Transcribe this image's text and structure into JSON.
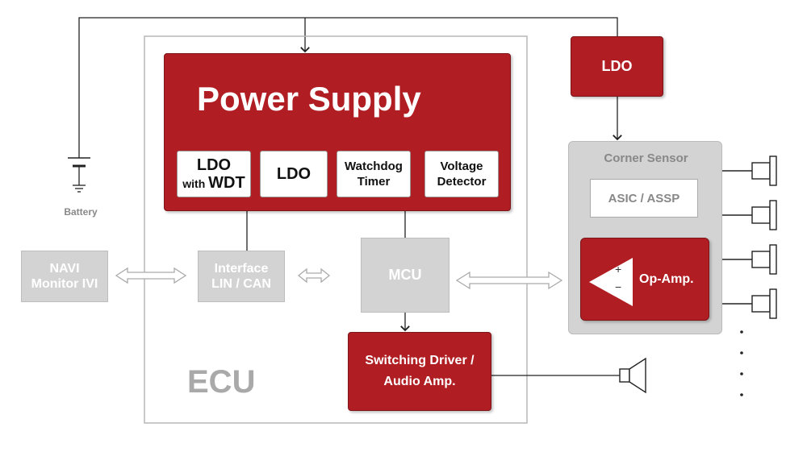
{
  "power_supply": {
    "title": "Power Supply",
    "ldo_wdt_line1": "LDO",
    "ldo_wdt_line2_a": "with ",
    "ldo_wdt_line2_b": "WDT",
    "ldo": "LDO",
    "watchdog_line1": "Watchdog",
    "watchdog_line2": "Timer",
    "voltage_line1": "Voltage",
    "voltage_line2": "Detector"
  },
  "ecu_label": "ECU",
  "battery_label": "Battery",
  "ldo_external": "LDO",
  "navi": {
    "line1": "NAVI",
    "line2": "Monitor IVI"
  },
  "interface": {
    "line1": "Interface",
    "line2": "LIN / CAN"
  },
  "mcu": "MCU",
  "switching_driver": {
    "line1": "Switching Driver /",
    "line2": "Audio Amp."
  },
  "corner_sensor": {
    "title": "Corner Sensor",
    "asic": "ASIC / ASSP",
    "opamp": "Op-Amp.",
    "plus": "+",
    "minus": "−"
  },
  "ellipsis": "·"
}
